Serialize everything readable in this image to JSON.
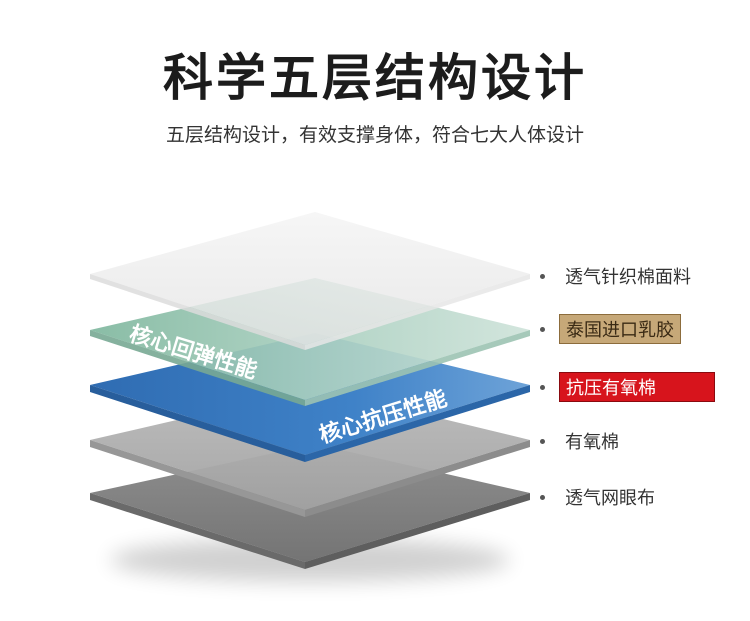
{
  "header": {
    "title": "科学五层结构设计",
    "subtitle": "五层结构设计，有效支撑身体，符合七大人体设计"
  },
  "layers": [
    {
      "label": "透气针织棉面料",
      "style": "plain"
    },
    {
      "label": "泰国进口乳胶",
      "style": "gold",
      "overlay_text": "核心回弹性能",
      "accent": "#8fc1ab"
    },
    {
      "label": "抗压有氧棉",
      "style": "red",
      "overlay_text": "核心抗压性能",
      "accent": "#3a78bd"
    },
    {
      "label": "有氧棉",
      "style": "plain"
    },
    {
      "label": "透气网眼布",
      "style": "plain"
    }
  ],
  "colors": {
    "latex_box": "#c6a878",
    "foam_box": "#d7141c",
    "latex_layer": "#8fc1ab",
    "foam_layer": "#3a78bd",
    "gray_layer_light": "#a9a9a9",
    "gray_layer_dark": "#808080"
  }
}
